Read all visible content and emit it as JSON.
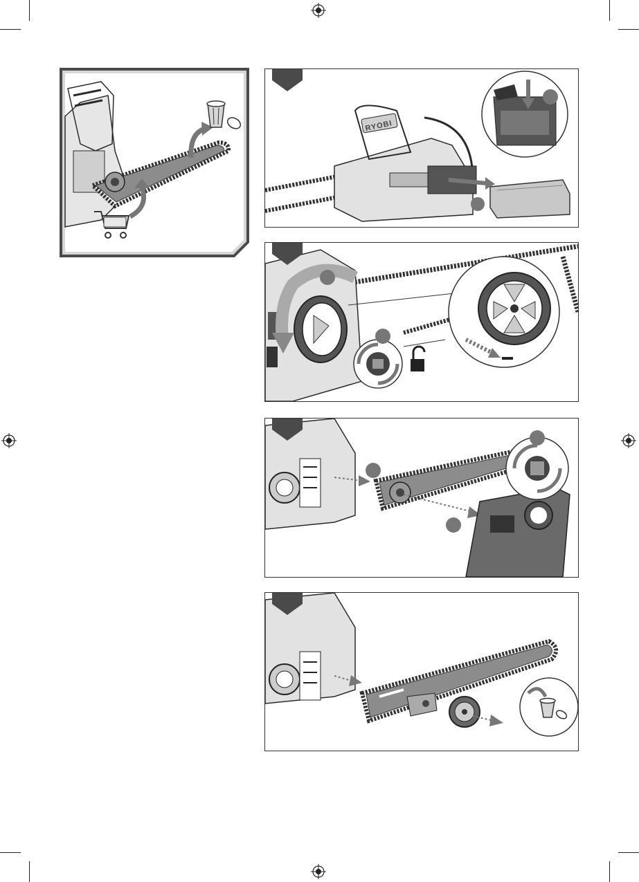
{
  "brand": {
    "logo_text": "RYOBI"
  },
  "colors": {
    "frame": "#4a4a4a",
    "bar": "#8c8c8c",
    "tool_light": "#e2e2e2",
    "tool_mid": "#b8b8b8",
    "tool_dark": "#555555",
    "line": "#2a2a2a"
  },
  "icons": {
    "intro_trash": "trash-can-icon",
    "intro_cart": "shopping-cart-icon",
    "step1_callout_arrow": "down-arrow-icon",
    "step2_unlock": "unlocked-padlock-icon",
    "step2_minus": "minus-icon",
    "step3_rotate": "rotate-arrows-icon",
    "step4_trash": "trash-can-icon"
  },
  "steps": [
    {
      "id": "step-1",
      "content": "remove-battery"
    },
    {
      "id": "step-2",
      "content": "loosen-knob"
    },
    {
      "id": "step-3",
      "content": "remove-cover"
    },
    {
      "id": "step-4",
      "content": "remove-bar-and-chain"
    }
  ]
}
